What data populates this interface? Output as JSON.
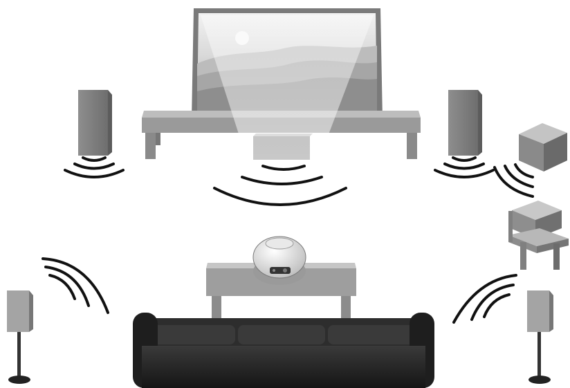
{
  "scene": {
    "subject": "home-theater-projector-setup",
    "style": "grayscale-3d-illustration",
    "components": [
      "projection-screen",
      "tv-stand",
      "front-left-speaker",
      "front-right-speaker",
      "center-speaker",
      "subwoofer",
      "av-receiver",
      "projector",
      "coffee-table",
      "sofa",
      "rear-left-speaker",
      "rear-right-speaker",
      "projection-beam",
      "sound-waves"
    ]
  }
}
